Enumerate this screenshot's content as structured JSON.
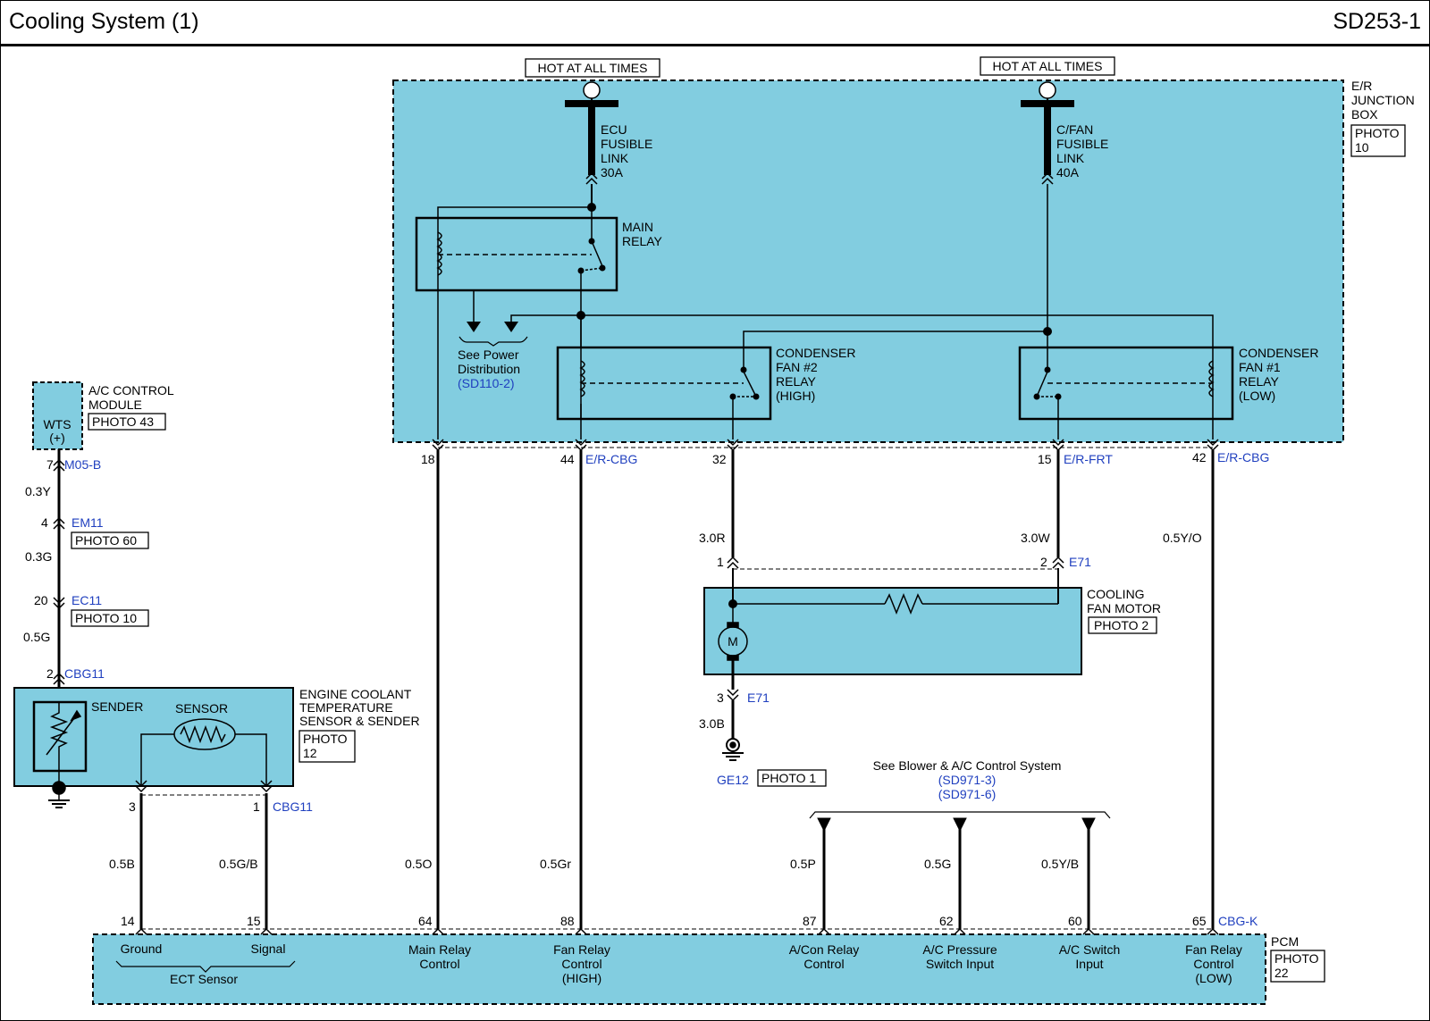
{
  "header": {
    "title": "Cooling System (1)",
    "code": "SD253-1"
  },
  "colors": {
    "box_fill": "#82cde0",
    "link": "#1f3fbf",
    "wire": "#000000"
  },
  "hot": {
    "left": "HOT AT ALL TIMES",
    "right": "HOT AT ALL TIMES"
  },
  "junction": {
    "l1": "E/R",
    "l2": "JUNCTION",
    "l3": "BOX",
    "photo1": "PHOTO",
    "photo2": "10"
  },
  "ecu_link": {
    "l1": "ECU",
    "l2": "FUSIBLE",
    "l3": "LINK",
    "l4": "30A"
  },
  "cfan_link": {
    "l1": "C/FAN",
    "l2": "FUSIBLE",
    "l3": "LINK",
    "l4": "40A"
  },
  "main_relay": {
    "l1": "MAIN",
    "l2": "RELAY"
  },
  "power_dist": {
    "l1": "See Power",
    "l2": "Distribution",
    "ref": "(SD110-2)"
  },
  "relay_high": {
    "l1": "CONDENSER",
    "l2": "FAN #2",
    "l3": "RELAY",
    "l4": "(HIGH)"
  },
  "relay_low": {
    "l1": "CONDENSER",
    "l2": "FAN #1",
    "l3": "RELAY",
    "l4": "(LOW)"
  },
  "ac_module": {
    "l1": "A/C CONTROL",
    "l2": "MODULE",
    "photo": "PHOTO 43",
    "wts1": "WTS",
    "wts2": "(+)"
  },
  "left_chain": {
    "p7": "7",
    "c7": "M05-B",
    "w1": "0.3Y",
    "p4": "4",
    "c4": "EM11",
    "photo60": "PHOTO 60",
    "w2": "0.3G",
    "p20": "20",
    "c20": "EC11",
    "photo10": "PHOTO 10",
    "w3": "0.5G",
    "p2": "2",
    "c2": "CBG11"
  },
  "ect": {
    "l1": "ENGINE COOLANT",
    "l2": "TEMPERATURE",
    "l3": "SENSOR & SENDER",
    "photo1": "PHOTO",
    "photo2": "12",
    "sender": "SENDER",
    "sensor": "SENSOR",
    "p3": "3",
    "p1": "1",
    "conn": "CBG11",
    "w_b": "0.5B",
    "w_gb": "0.5G/B"
  },
  "jb_pins": {
    "p18": "18",
    "p44": "44",
    "c44": "E/R-CBG",
    "p32": "32",
    "p15": "15",
    "c15": "E/R-FRT",
    "p42": "42",
    "c42": "E/R-CBG"
  },
  "wires": {
    "w32": "3.0R",
    "w15": "3.0W",
    "w42": "0.5Y/O",
    "w18": "0.5O",
    "w44": "0.5Gr",
    "w87": "0.5P",
    "w62": "0.5G",
    "w60": "0.5Y/B",
    "wgnd": "3.0B"
  },
  "fan_motor": {
    "p1": "1",
    "p2": "2",
    "conn": "E71",
    "l1": "COOLING",
    "l2": "FAN MOTOR",
    "photo": "PHOTO 2",
    "m": "M",
    "p3": "3",
    "conn3": "E71"
  },
  "ground": {
    "name": "GE12",
    "photo": "PHOTO 1"
  },
  "blower": {
    "l1": "See Blower & A/C Control System",
    "ref1": "(SD971-3)",
    "ref2": "(SD971-6)"
  },
  "pcm": {
    "name": "PCM",
    "photo1": "PHOTO",
    "photo2": "22",
    "conn": "CBG-K",
    "pins": [
      "14",
      "15",
      "64",
      "88",
      "87",
      "62",
      "60",
      "65"
    ],
    "ground": "Ground",
    "signal": "Signal",
    "ect": "ECT Sensor",
    "main1": "Main Relay",
    "main2": "Control",
    "fanh1": "Fan Relay",
    "fanh2": "Control",
    "fanh3": "(HIGH)",
    "acr1": "A/Con Relay",
    "acr2": "Control",
    "acp1": "A/C Pressure",
    "acp2": "Switch Input",
    "acs1": "A/C Switch",
    "acs2": "Input",
    "fanl1": "Fan Relay",
    "fanl2": "Control",
    "fanl3": "(LOW)"
  }
}
